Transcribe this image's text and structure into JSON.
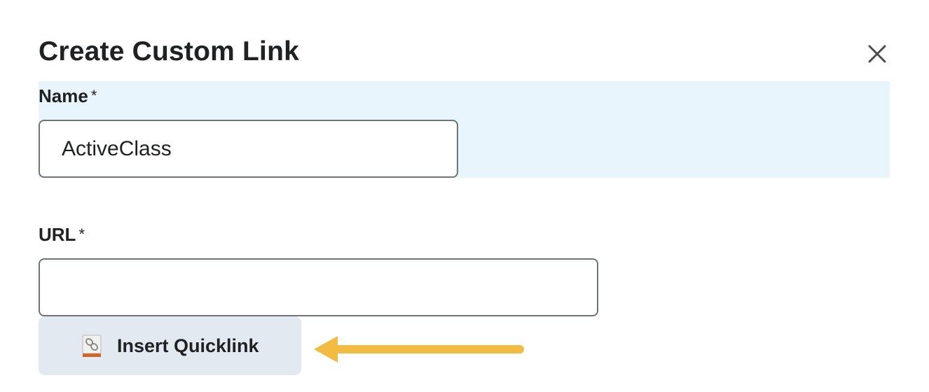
{
  "dialog": {
    "title": "Create Custom Link",
    "close_icon": "close-icon"
  },
  "fields": {
    "name": {
      "label": "Name",
      "required_mark": "*",
      "value": "ActiveClass"
    },
    "url": {
      "label": "URL",
      "required_mark": "*",
      "value": ""
    }
  },
  "quicklink_button": {
    "label": "Insert Quicklink",
    "icon": "quicklink-icon"
  },
  "annotation": {
    "arrow_icon": "arrow-left-icon",
    "arrow_color": "#f2bb42"
  },
  "colors": {
    "highlight_background": "#e8f5fd",
    "button_background": "#e3e9f1",
    "input_border": "#6e7477",
    "text": "#202122"
  }
}
